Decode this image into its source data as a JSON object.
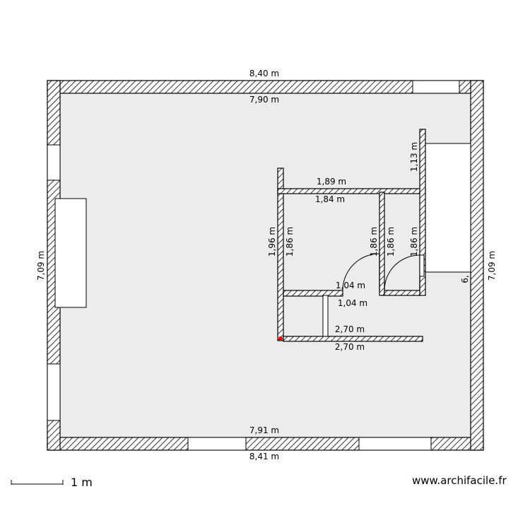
{
  "dimensions": {
    "top_outer": "8,40 m",
    "top_inner": "7,90 m",
    "bottom_inner": "7,91 m",
    "bottom_outer": "8,41 m",
    "left_outer": "7,09 m",
    "right_outer": "7,09 m",
    "right_partial": "6,",
    "room_top_outer": "1,89 m",
    "room_top_inner": "1,84 m",
    "room_left_outer": "1,96 m",
    "room_left_inner": "1,86 m",
    "mid_left": "1,86 m",
    "mid_right": "1,86 m",
    "right_inner": "1,86 m",
    "upper_wall": "1,13 m",
    "door_bottom_outer": "1,04 m",
    "door_bottom_inner": "1,04 m",
    "lower_wall_top": "2,70 m",
    "lower_wall_bottom": "2,70 m"
  },
  "scale": {
    "label": "1 m"
  },
  "brand": {
    "text": "www.archifacile.fr"
  },
  "colors": {
    "floor": "#ececec",
    "marker": "#ff0000"
  }
}
